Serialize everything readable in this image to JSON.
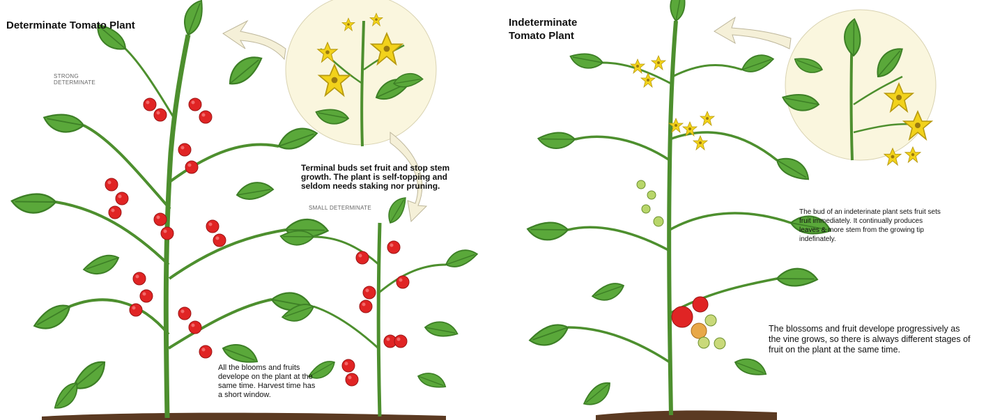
{
  "determinate": {
    "title": "Determinate Tomato Plant",
    "strong_label": "STRONG\nDETERMINATE",
    "small_label": "SMALL DETERMINATE",
    "terminal_caption": "Terminal buds set fruit and stop stem growth. The plant is self-topping and seldom needs staking nor pruning.",
    "bloom_caption": "All the blooms and fruits develope on the plant at the same time. Harvest time has a short window."
  },
  "indeterminate": {
    "title": "Indeterminate\nTomato Plant",
    "bud_caption": "The bud of an indeterinate plant sets fruit sets fruit immediately. It continually produces leaves & more stem from the growing tip indefinately.",
    "progressive_caption": "The blossoms and fruit develope progressively as the vine grows, so there is always different stages of fruit on the plant at the same time."
  },
  "colors": {
    "leaf": "#5aa83a",
    "leaf_dark": "#3d7f26",
    "fruit": "#e02424",
    "flower": "#f2d21b",
    "inset_bg": "#faf6de",
    "soil": "#5b3a22"
  }
}
